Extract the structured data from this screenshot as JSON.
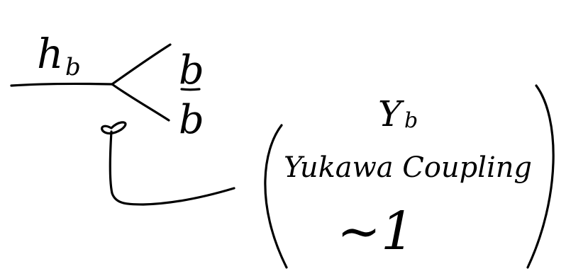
{
  "higgs_label": {
    "main": "h",
    "subscript": "b"
  },
  "quark_label": "b",
  "antiquark_label": "b",
  "coupling_symbol": {
    "main": "Y",
    "subscript": "b"
  },
  "coupling_description": "Yukawa Coupling",
  "coupling_magnitude": "~1"
}
